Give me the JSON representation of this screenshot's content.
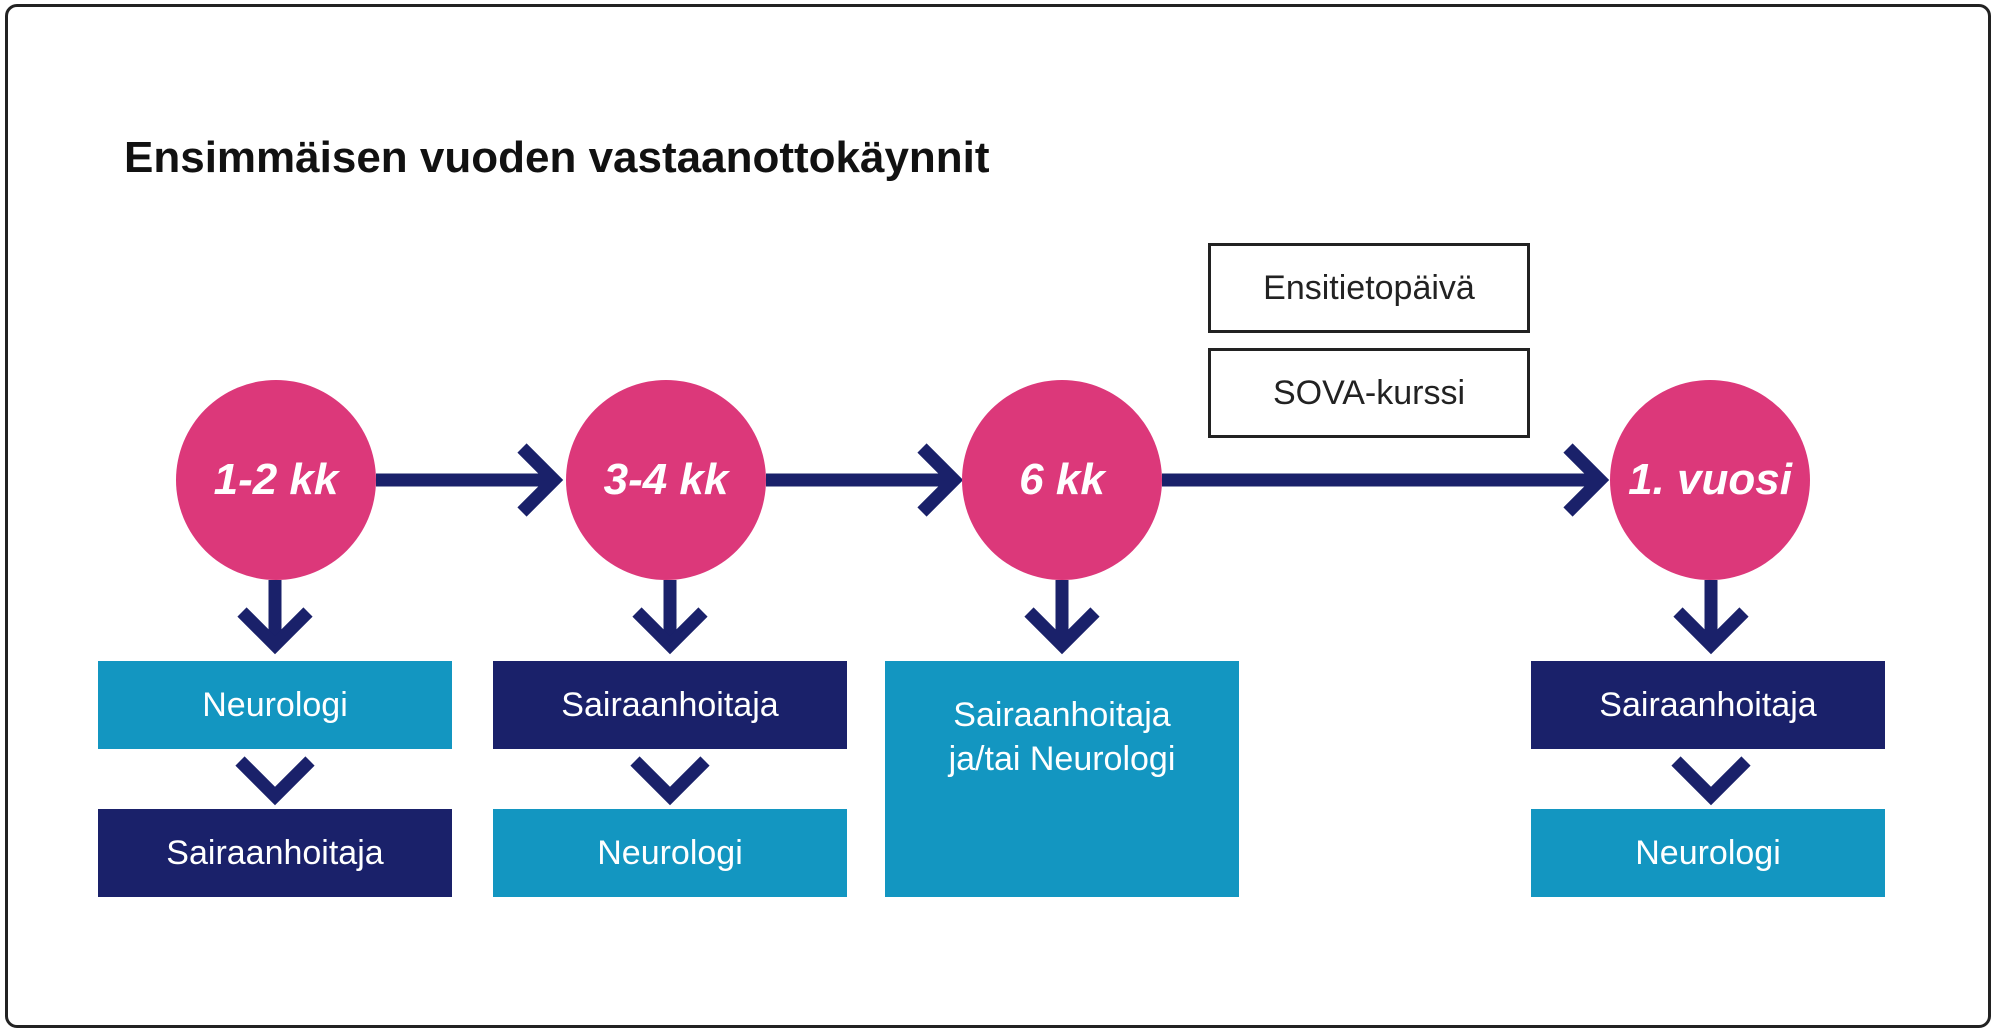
{
  "title": "Ensimmäisen vuoden vastaanottokäynnit",
  "colors": {
    "circle": "#dc387a",
    "arrow": "#1a216a",
    "box_light": "#1396c1",
    "box_dark": "#1a216a",
    "text_on_box": "#ffffff"
  },
  "timeline": [
    {
      "label": "1-2 kk",
      "visits": [
        {
          "text": "Neurologi",
          "style": "light"
        },
        {
          "text": "Sairaanhoitaja",
          "style": "dark"
        }
      ]
    },
    {
      "label": "3-4 kk",
      "visits": [
        {
          "text": "Sairaanhoitaja",
          "style": "dark"
        },
        {
          "text": "Neurologi",
          "style": "light"
        }
      ]
    },
    {
      "label": "6 kk",
      "visits": [
        {
          "text": "Sairaanhoitaja ja/tai Neurologi",
          "style": "light"
        }
      ]
    },
    {
      "label": "1. vuosi",
      "visits": [
        {
          "text": "Sairaanhoitaja",
          "style": "dark"
        },
        {
          "text": "Neurologi",
          "style": "light"
        }
      ]
    }
  ],
  "extras": [
    {
      "text": "Ensitietopäivä"
    },
    {
      "text": "SOVA-kurssi"
    }
  ]
}
